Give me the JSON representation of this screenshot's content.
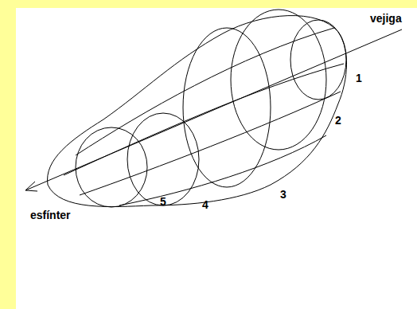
{
  "diagram": {
    "labels": [
      "vejiga",
      "esfínter",
      "1",
      "2",
      "3",
      "4",
      "5"
    ]
  }
}
